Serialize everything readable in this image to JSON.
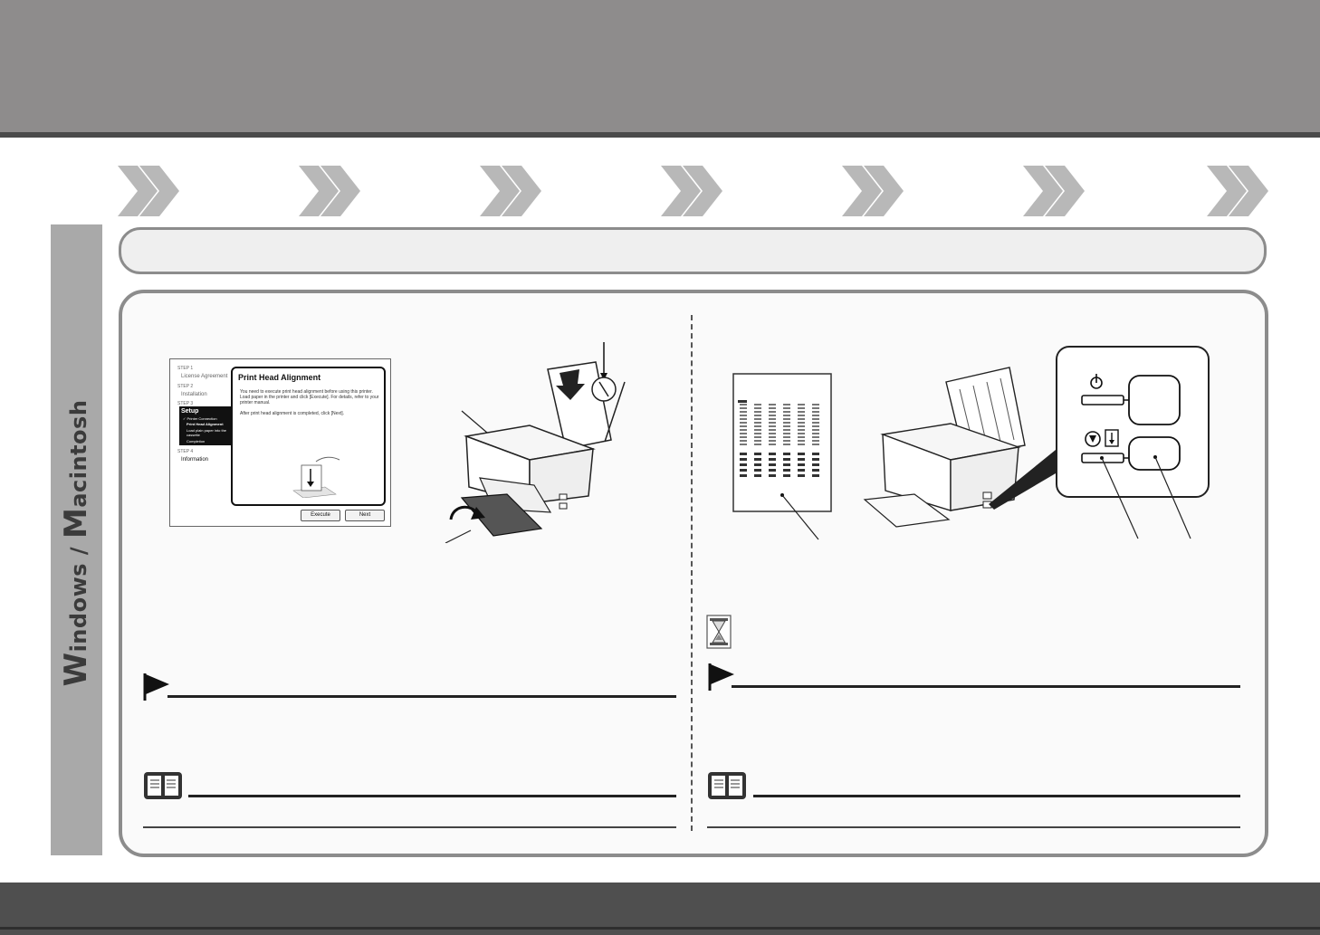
{
  "side_tab": {
    "label_cap1": "W",
    "label_rest1": "indows / ",
    "label_cap2": "M",
    "label_rest2": "acintosh"
  },
  "dialog": {
    "title": "Print Head Alignment",
    "message": "You need to execute print head alignment before using this printer. Load paper in the printer and click [Execute]. For details, refer to your printer manual.",
    "message2": "After print head alignment is completed, click [Next].",
    "execute_label": "Execute",
    "next_label": "Next",
    "nav": [
      {
        "label": "STEP 1"
      },
      {
        "label": "License Agreement"
      },
      {
        "label": "STEP 2"
      },
      {
        "label": "Installation"
      },
      {
        "label": "STEP 3"
      },
      {
        "label": "Setup"
      },
      {
        "label": "✓ Printer Connection"
      },
      {
        "label": "Print Head Alignment"
      },
      {
        "label": "Load plain paper into the"
      },
      {
        "label": "cassette"
      },
      {
        "label": "Completion"
      },
      {
        "label": "STEP 4"
      },
      {
        "label": "Information"
      }
    ]
  },
  "icons": {
    "chevron": "double-chevron-right-icon",
    "flag": "flag-icon",
    "book": "manual-book-icon",
    "hourglass": "hourglass-icon",
    "power": "power-icon",
    "stop": "stop-reset-icon",
    "feed": "paper-feed-icon"
  },
  "colors": {
    "band": "#8e8c8c",
    "panel_border": "#8c8c8c",
    "side_tab": "#a9a9a9",
    "footer": "#4f4f4f"
  }
}
